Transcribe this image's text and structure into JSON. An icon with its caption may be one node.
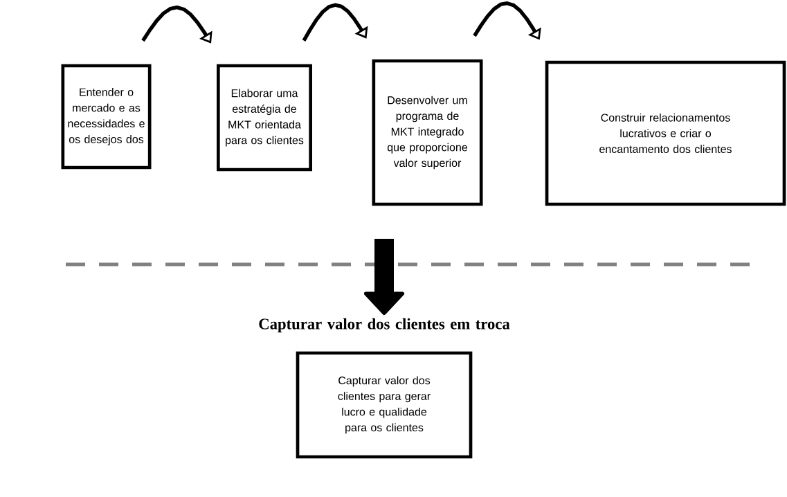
{
  "diagram": {
    "nodes": [
      {
        "text": [
          "Entender o mercado e as necessidades e os desejos dos"
        ]
      },
      {
        "text": [
          "Elaborar uma estratégia de MKT orientada para os clientes"
        ]
      },
      {
        "text": [
          "Desenvolver um programa de MKT integrado que proporcione valor superior"
        ]
      },
      {
        "text": [
          "Construir relacionamentos lucrativos e criar o encantamento dos clientes"
        ]
      },
      {
        "text": [
          "Capturar valor dos clientes em troca"
        ]
      },
      {
        "text": [
          "Capturar valor dos clientes para gerar lucro e qualidade para os clientes"
        ]
      }
    ],
    "edges": [
      {
        "from": 0,
        "to": 1,
        "arrow": "to"
      },
      {
        "from": 1,
        "to": 2,
        "arrow": "to"
      },
      {
        "from": 2,
        "to": 3,
        "arrow": "to"
      },
      {
        "from": null,
        "to": 4,
        "arrow": "to",
        "style": "thick"
      }
    ]
  }
}
